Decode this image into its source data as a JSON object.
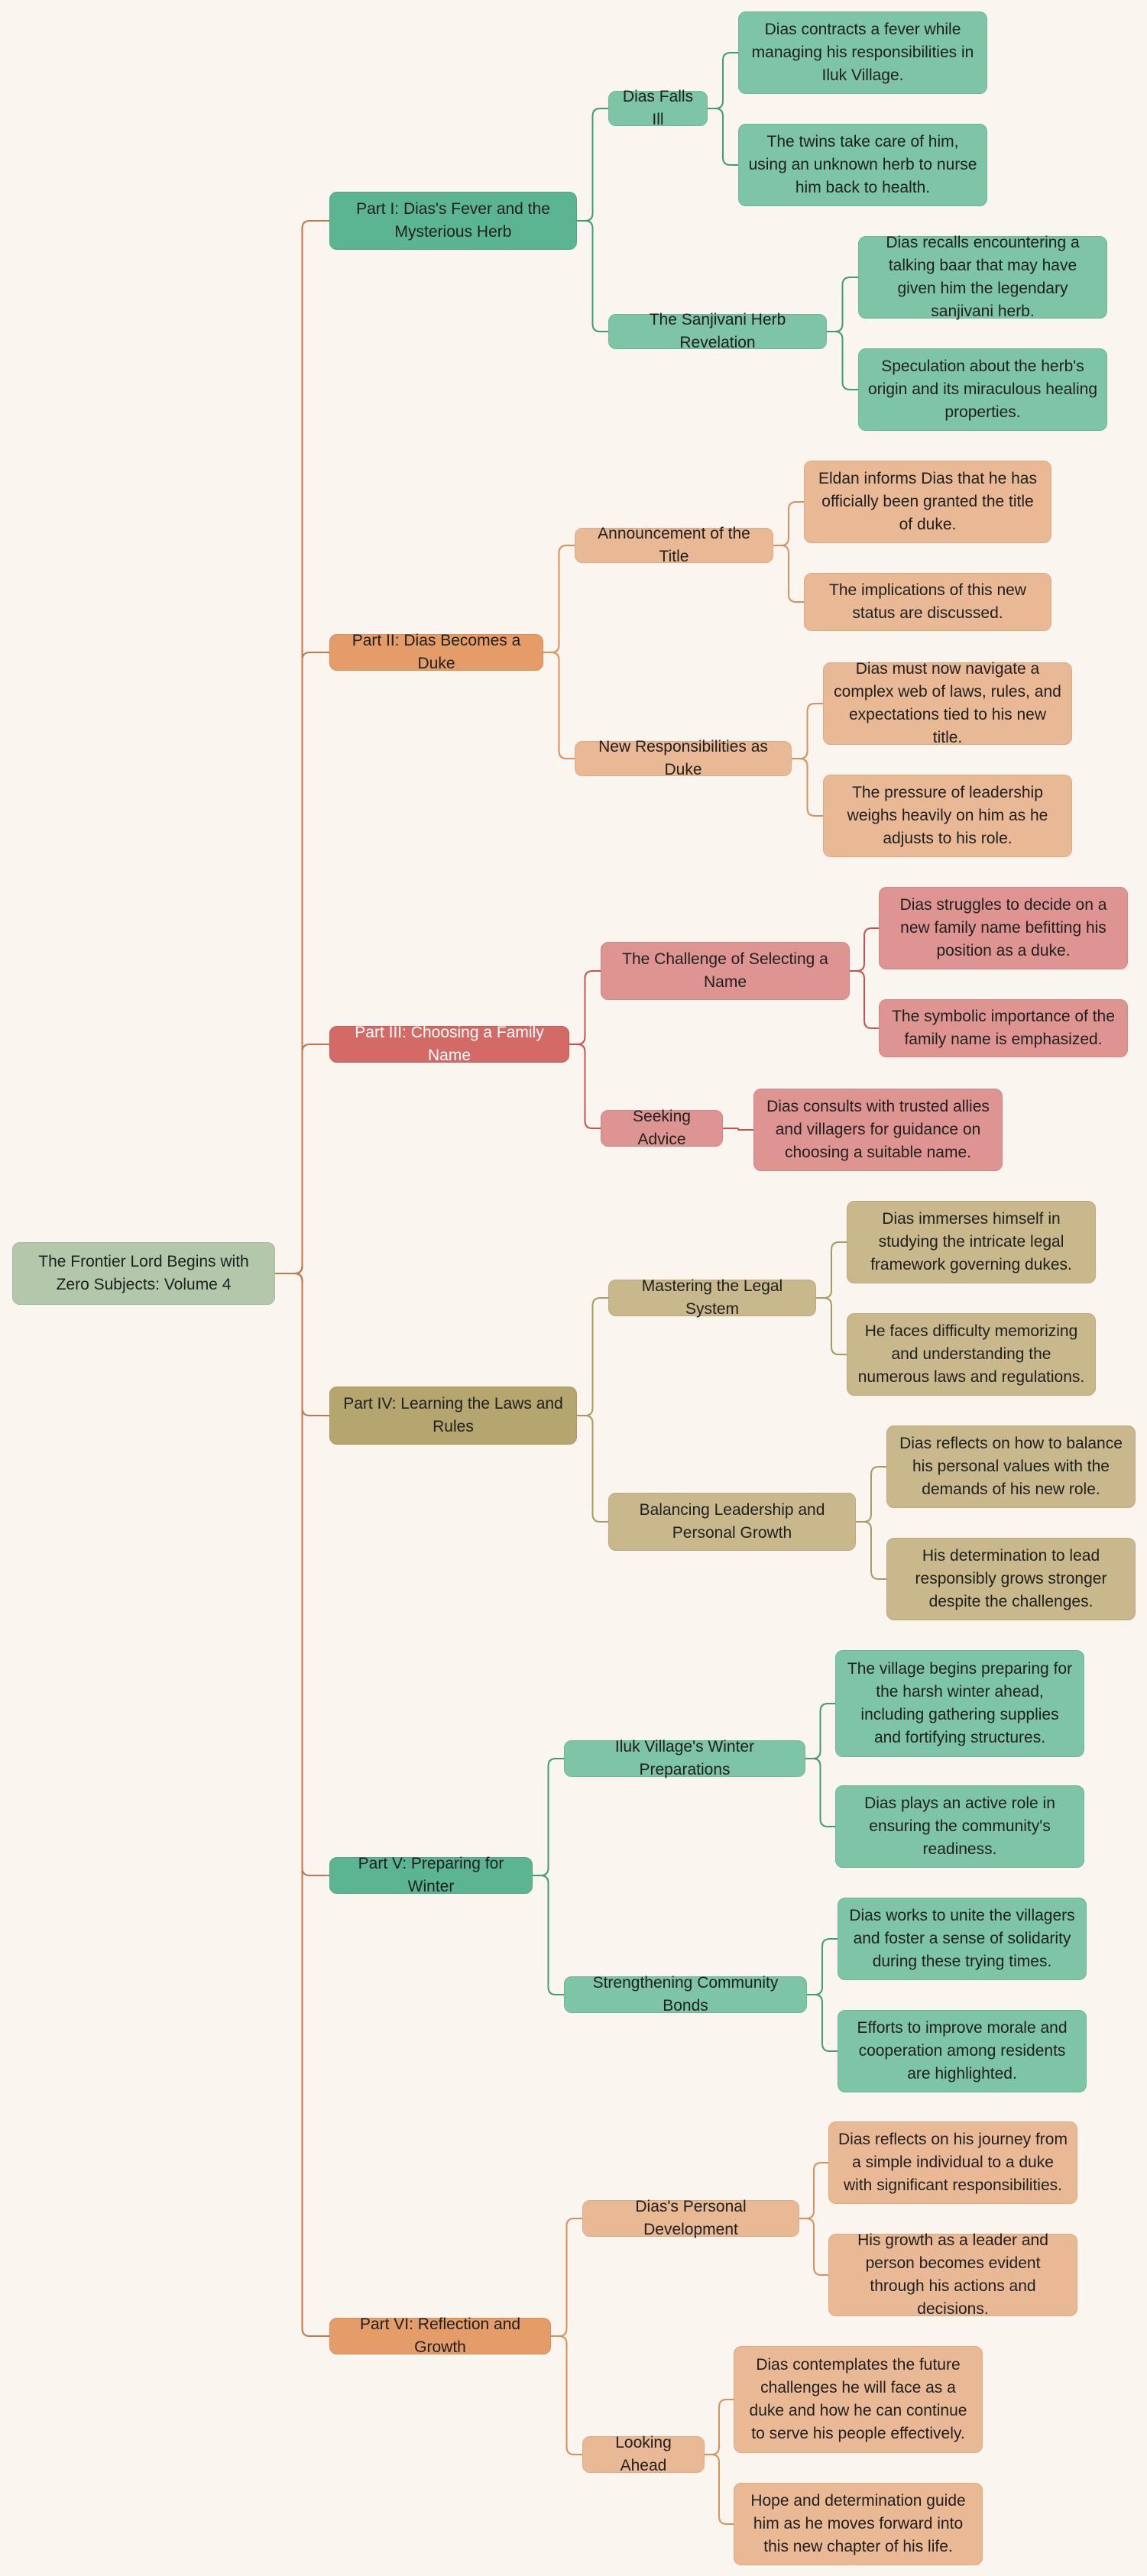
{
  "root": "The Frontier Lord Begins with Zero Subjects: Volume 4",
  "colors": {
    "green": "#3f9d73",
    "orange": "#d9915c",
    "red": "#c0554f",
    "olive": "#a89a63",
    "root_edge": "#c0774a",
    "background": "#faf5ee"
  },
  "parts": [
    {
      "label": "Part I: Dias's Fever and the Mysterious Herb",
      "theme": "green",
      "subs": [
        {
          "label": "Dias Falls Ill",
          "leaves": [
            "Dias contracts a fever while managing his responsibilities in Iluk Village.",
            "The twins take care of him, using an unknown herb to nurse him back to health."
          ]
        },
        {
          "label": "The Sanjivani Herb Revelation",
          "leaves": [
            "Dias recalls encountering a talking baar that may have given him the legendary sanjivani herb.",
            "Speculation about the herb's origin and its miraculous healing properties."
          ]
        }
      ]
    },
    {
      "label": "Part II: Dias Becomes a Duke",
      "theme": "orange",
      "subs": [
        {
          "label": "Announcement of the Title",
          "leaves": [
            "Eldan informs Dias that he has officially been granted the title of duke.",
            "The implications of this new status are discussed."
          ]
        },
        {
          "label": "New Responsibilities as Duke",
          "leaves": [
            "Dias must now navigate a complex web of laws, rules, and expectations tied to his new title.",
            "The pressure of leadership weighs heavily on him as he adjusts to his role."
          ]
        }
      ]
    },
    {
      "label": "Part III: Choosing a Family Name",
      "theme": "red",
      "subs": [
        {
          "label": "The Challenge of Selecting a Name",
          "leaves": [
            "Dias struggles to decide on a new family name befitting his position as a duke.",
            "The symbolic importance of the family name is emphasized."
          ]
        },
        {
          "label": "Seeking Advice",
          "leaves": [
            "Dias consults with trusted allies and villagers for guidance on choosing a suitable name."
          ]
        }
      ]
    },
    {
      "label": "Part IV: Learning the Laws and Rules",
      "theme": "olive",
      "subs": [
        {
          "label": "Mastering the Legal System",
          "leaves": [
            "Dias immerses himself in studying the intricate legal framework governing dukes.",
            "He faces difficulty memorizing and understanding the numerous laws and regulations."
          ]
        },
        {
          "label": "Balancing Leadership and Personal Growth",
          "leaves": [
            "Dias reflects on how to balance his personal values with the demands of his new role.",
            "His determination to lead responsibly grows stronger despite the challenges."
          ]
        }
      ]
    },
    {
      "label": "Part V: Preparing for Winter",
      "theme": "green",
      "subs": [
        {
          "label": "Iluk Village's Winter Preparations",
          "leaves": [
            "The village begins preparing for the harsh winter ahead, including gathering supplies and fortifying structures.",
            "Dias plays an active role in ensuring the community's readiness."
          ]
        },
        {
          "label": "Strengthening Community Bonds",
          "leaves": [
            "Dias works to unite the villagers and foster a sense of solidarity during these trying times.",
            "Efforts to improve morale and cooperation among residents are highlighted."
          ]
        }
      ]
    },
    {
      "label": "Part VI: Reflection and Growth",
      "theme": "orange",
      "subs": [
        {
          "label": "Dias's Personal Development",
          "leaves": [
            "Dias reflects on his journey from a simple individual to a duke with significant responsibilities.",
            "His growth as a leader and person becomes evident through his actions and decisions."
          ]
        },
        {
          "label": "Looking Ahead",
          "leaves": [
            "Dias contemplates the future challenges he will face as a duke and how he can continue to serve his people effectively.",
            "Hope and determination guide him as he moves forward into this new chapter of his life."
          ]
        }
      ]
    }
  ]
}
